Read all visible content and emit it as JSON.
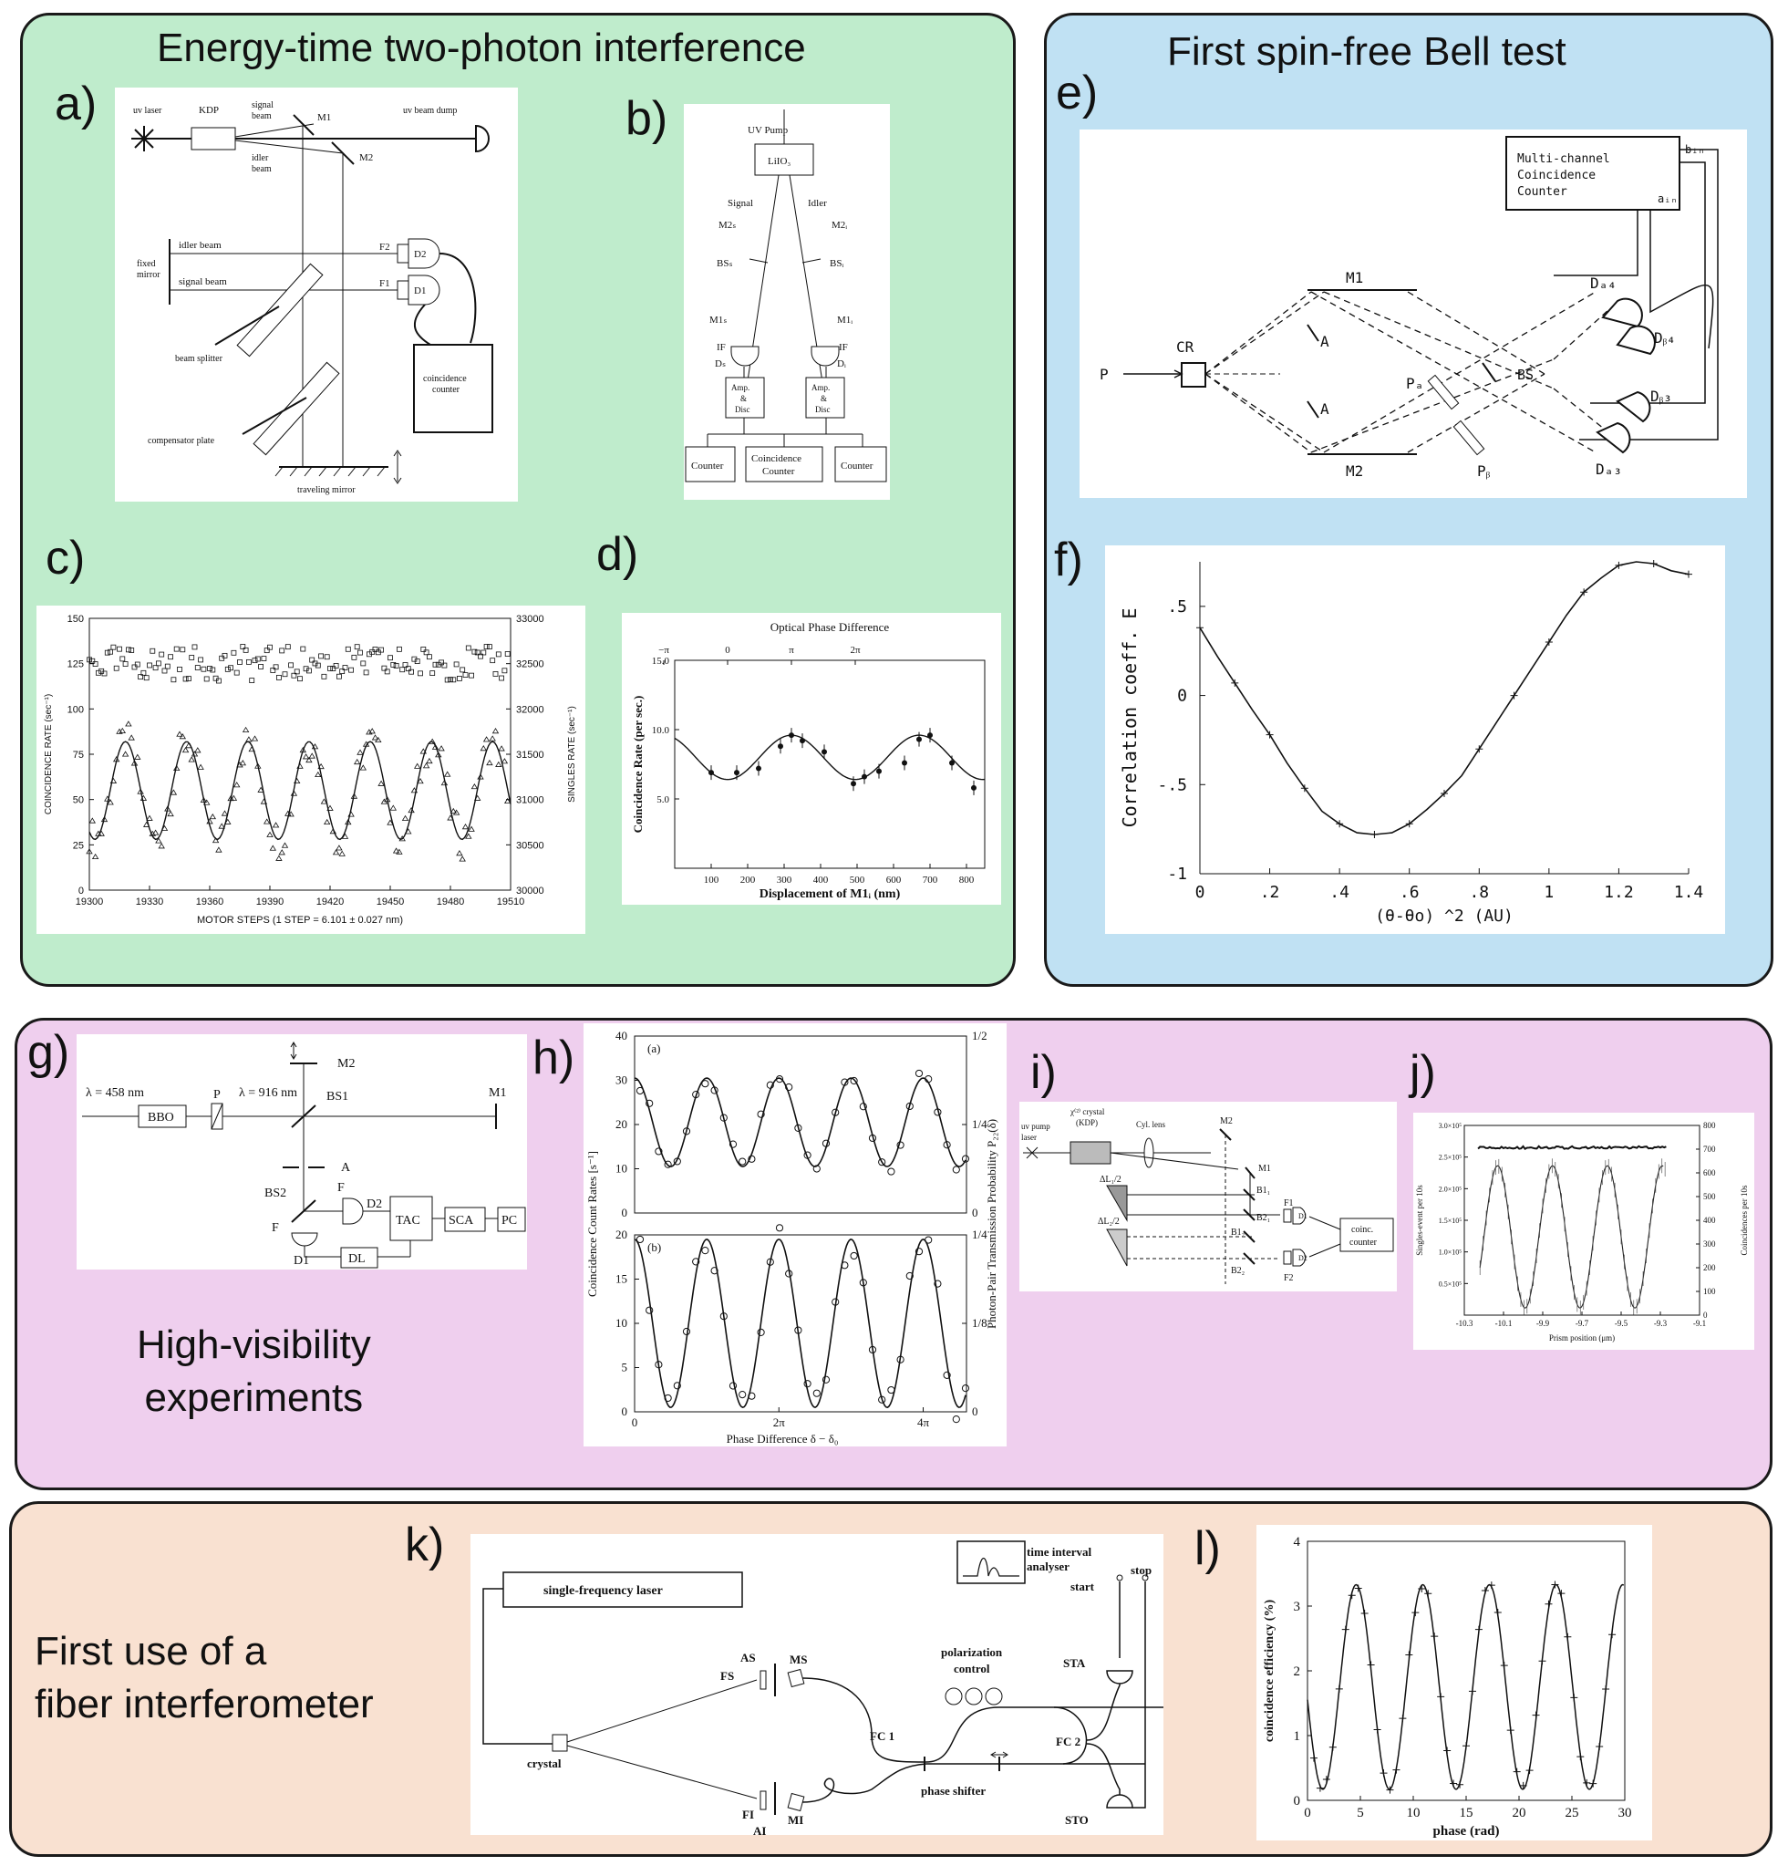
{
  "sections": {
    "energy_time": {
      "title": "Energy-time two-photon interference",
      "color": "#bfeccc"
    },
    "bell": {
      "title": "First spin-free Bell test",
      "color": "#c0e1f3"
    },
    "high_vis": {
      "caption_line1": "High-visibility",
      "caption_line2": "experiments",
      "color": "#efcfee"
    },
    "fiber": {
      "caption_line1": "First use of a",
      "caption_line2": "fiber interferometer",
      "color": "#f9e1d1"
    }
  },
  "labels": {
    "a": "a)",
    "b": "b)",
    "c": "c)",
    "d": "d)",
    "e": "e)",
    "f": "f)",
    "g": "g)",
    "h": "h)",
    "i": "i)",
    "j": "j)",
    "k": "k)",
    "l": "l)"
  },
  "panel_a": {
    "uv_laser": "uv  laser",
    "kdp": "KDP",
    "signal_beam1": "signal",
    "signal_beam2": "beam",
    "idler_beam1": "idler",
    "idler_beam2": "beam",
    "m1": "M1",
    "m2": "M2",
    "beam_dump": "uv  beam dump",
    "fixed1": "fixed",
    "fixed2": "mirror",
    "idler": "idler beam",
    "signal": "signal beam",
    "f2": "F2",
    "d2": "D2",
    "f1": "F1",
    "d1": "D1",
    "bs": "beam splitter",
    "cc1": "coincidence",
    "cc2": "counter",
    "comp": "compensator plate",
    "trav": "traveling mirror"
  },
  "panel_b": {
    "pump": "UV Pump",
    "crystal": "LiIO₃",
    "signal": "Signal",
    "idler": "Idler",
    "m2s": "M2ₛ",
    "m2i": "M2ᵢ",
    "bss": "BSₛ",
    "bsi": "BSᵢ",
    "m1s": "M1ₛ",
    "m1i": "M1ᵢ",
    "if": "IF",
    "ds": "Dₛ",
    "di": "Dᵢ",
    "amp1": "Amp.",
    "amp2": "&",
    "amp3": "Disc",
    "counter": "Counter",
    "cc1": "Coincidence",
    "cc2": "Counter"
  },
  "panel_e": {
    "mcc1": "Multi-channel",
    "mcc2": "Coincidence",
    "mcc3": "Counter",
    "bin": "bᵢₙ",
    "ain": "aᵢₙ",
    "m1": "M1",
    "m2": "M2",
    "cr": "CR",
    "p": "P",
    "a": "A",
    "bs": "BS",
    "pa": "Pₐ",
    "pb": "Pᵦ",
    "da4": "Dₐ₄",
    "db4": "Dᵦ₄",
    "db3": "Dᵦ₃",
    "da3": "Dₐ₃"
  },
  "panel_g": {
    "lambda1": "λ = 458 nm",
    "lambda2": "λ = 916 nm",
    "bbo": "BBO",
    "p": "P",
    "m2": "M2",
    "m1": "M1",
    "bs1": "BS1",
    "bs2": "BS2",
    "a": "A",
    "f": "F",
    "d1": "D1",
    "d2": "D2",
    "tac": "TAC",
    "sca": "SCA",
    "pc": "PC",
    "dl": "DL"
  },
  "panel_i": {
    "pump1": "uv pump",
    "pump2": "laser",
    "crystal1": "χ⁽²⁾ crystal",
    "crystal2": "(KDP)",
    "lens": "Cyl. lens",
    "m2": "M2",
    "m1": "M1",
    "dl1": "ΔL₁/2",
    "dl2": "ΔL₂/2",
    "b11": "B1₁",
    "b21": "B2₁",
    "b12": "B1₂",
    "b22": "B2₂",
    "f1": "F1",
    "d1": "D1",
    "f2": "F2",
    "d2": "D2",
    "cc1": "coinc.",
    "cc2": "counter"
  },
  "panel_k": {
    "laser": "single-frequency laser",
    "tia1": "time interval",
    "tia2": "analyser",
    "start": "start",
    "stop": "stop",
    "pol1": "polarization",
    "pol2": "control",
    "as": "AS",
    "fs": "FS",
    "ms": "MS",
    "fc1": "FC 1",
    "fc2": "FC 2",
    "sta": "STA",
    "sto": "STO",
    "crystal": "crystal",
    "fi": "FI",
    "ai": "AI",
    "mi": "MI",
    "ps": "phase shifter"
  },
  "chart_data": [
    {
      "id": "c",
      "type": "scatter",
      "xlabel": "MOTOR STEPS (1 STEP = 6.101 ± 0.027 nm)",
      "ylabel": "COINCIDENCE RATE (sec⁻¹)",
      "y2label": "SINGLES RATE (sec⁻¹)",
      "xlim": [
        19300,
        19510
      ],
      "ylim": [
        0,
        150
      ],
      "y2lim": [
        30000,
        33000
      ],
      "xticks": [
        "19300",
        "19330",
        "19360",
        "19390",
        "19420",
        "19450",
        "19480",
        "19510"
      ],
      "yticks": [
        "0",
        "25",
        "50",
        "75",
        "100",
        "125",
        "150"
      ],
      "y2ticks": [
        "30000",
        "30500",
        "31000",
        "31500",
        "32000",
        "32500",
        "33000"
      ],
      "fit": {
        "mean": 55,
        "amp": 27,
        "period": 30.5,
        "peak_x": 19318
      },
      "series": [
        {
          "name": "coincidence",
          "marker": "triangle"
        },
        {
          "name": "singles",
          "marker": "square",
          "level": 32500
        }
      ]
    },
    {
      "id": "d",
      "type": "scatter",
      "title": "Optical Phase Difference",
      "xlabel": "Displacement of M1ᵢ (nm)",
      "ylabel": "Coincidence Rate (per sec.)",
      "xlim": [
        0,
        850
      ],
      "ylim": [
        0,
        15
      ],
      "xticks": [
        "100",
        "200",
        "300",
        "400",
        "500",
        "600",
        "700",
        "800"
      ],
      "yticks": [
        "5.0",
        "10.0",
        "15.0"
      ],
      "topticks": [
        "−π",
        "0",
        "π",
        "2π"
      ],
      "x": [
        100,
        170,
        230,
        290,
        320,
        350,
        410,
        490,
        520,
        560,
        630,
        670,
        700,
        760,
        820
      ],
      "y": [
        6.9,
        6.9,
        7.2,
        8.8,
        9.6,
        9.2,
        8.4,
        6.1,
        6.6,
        7.0,
        7.6,
        9.3,
        9.6,
        7.6,
        5.8
      ],
      "fit": {
        "mean": 8.0,
        "amp": 1.6,
        "period": 350,
        "peak_x": 320
      }
    },
    {
      "id": "f",
      "type": "line",
      "xlabel": "(θ-θo) ^2   (AU)",
      "ylabel": "Correlation coeff. E",
      "xlim": [
        0,
        1.4
      ],
      "ylim": [
        -1,
        0.75
      ],
      "xticks": [
        "0",
        ".2",
        ".4",
        ".6",
        ".8",
        "1",
        "1.2",
        "1.4"
      ],
      "yticks": [
        "-1",
        "-.5",
        "0",
        ".5"
      ],
      "x": [
        0,
        0.05,
        0.1,
        0.15,
        0.2,
        0.25,
        0.3,
        0.35,
        0.4,
        0.45,
        0.5,
        0.55,
        0.6,
        0.65,
        0.7,
        0.75,
        0.8,
        0.85,
        0.9,
        0.95,
        1.0,
        1.05,
        1.1,
        1.15,
        1.2,
        1.25,
        1.3,
        1.35,
        1.4
      ],
      "y": [
        0.38,
        0.22,
        0.07,
        -0.08,
        -0.22,
        -0.38,
        -0.52,
        -0.65,
        -0.72,
        -0.77,
        -0.78,
        -0.77,
        -0.72,
        -0.64,
        -0.55,
        -0.45,
        -0.3,
        -0.15,
        0.0,
        0.15,
        0.3,
        0.45,
        0.58,
        0.66,
        0.73,
        0.75,
        0.74,
        0.7,
        0.68
      ]
    },
    {
      "id": "h",
      "type": "scatter",
      "xlabel": "Phase Difference δ − δ₀",
      "ylabel": "Coincidence Count Rates [s⁻¹]",
      "y2label": "Photon-Pair Transmission Probability P₂₂(δ)",
      "xticks": [
        "0",
        "2π",
        "4π"
      ],
      "subplots": [
        {
          "label": "(a)",
          "ylim": [
            0,
            40
          ],
          "yticks": [
            "0",
            "10",
            "20",
            "30",
            "40"
          ],
          "y2ticks": [
            "0",
            "1/4",
            "1/2"
          ],
          "fit": {
            "mean": 20.5,
            "amp": 10
          }
        },
        {
          "label": "(b)",
          "ylim": [
            0,
            20
          ],
          "yticks": [
            "0",
            "5",
            "10",
            "15",
            "20"
          ],
          "y2ticks": [
            "0",
            "1/8",
            "1/4"
          ],
          "fit": {
            "mean": 10,
            "amp": 9.5
          }
        }
      ]
    },
    {
      "id": "j",
      "type": "line",
      "xlabel": "Prism position (μm)",
      "ylabel": "Singles-event per 10s",
      "y2label": "Coincidences per 10s",
      "xlim": [
        -10.3,
        -9.1
      ],
      "ylim": [
        0,
        300000
      ],
      "y2lim": [
        0,
        800
      ],
      "xticks": [
        "-10.3",
        "-10.1",
        "-9.9",
        "-9.7",
        "-9.5",
        "-9.3",
        "-9.1"
      ],
      "yticks": [
        "0.5×10⁵",
        "1.0×10⁵",
        "1.5×10⁵",
        "2.0×10⁵",
        "2.5×10⁵",
        "3.0×10⁵"
      ],
      "y2ticks": [
        "0",
        "100",
        "200",
        "300",
        "400",
        "500",
        "600",
        "700",
        "800"
      ],
      "singles_level": 265000,
      "fit": {
        "mean": 330,
        "amp": 300,
        "period": 0.28,
        "peak_x": -10.13
      }
    },
    {
      "id": "l",
      "type": "scatter",
      "xlabel": "phase (rad)",
      "ylabel": "coincidence efficiency (%)",
      "xlim": [
        0,
        30
      ],
      "ylim": [
        0,
        4
      ],
      "xticks": [
        "0",
        "5",
        "10",
        "15",
        "20",
        "25",
        "30"
      ],
      "yticks": [
        "0",
        "1",
        "2",
        "3",
        "4"
      ],
      "fit": {
        "mean": 1.75,
        "amp": 1.58,
        "period": 6.3,
        "peak_x": 4.6
      }
    }
  ]
}
